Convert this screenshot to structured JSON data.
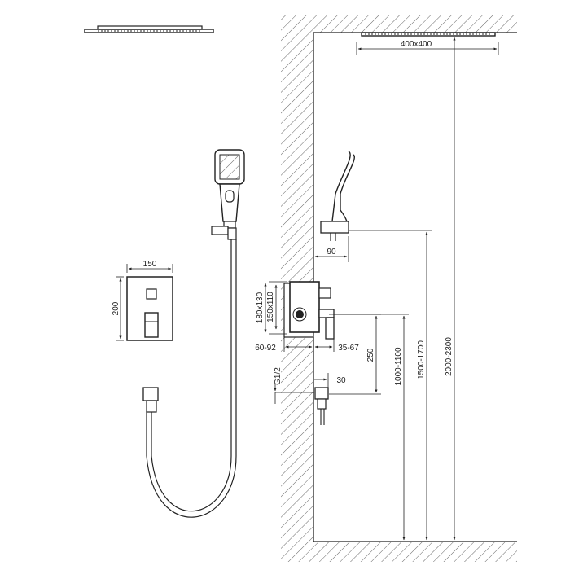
{
  "dimensions": {
    "rain_head_size": "400x400",
    "handshower_holder_depth": "90",
    "mixer_plate_width": "150",
    "mixer_plate_height": "200",
    "valve_body_height": "180x130",
    "valve_body_inner": "150x110",
    "wall_depth": "60-92",
    "outlet_projection": "35-67",
    "valve_to_inlet": "250",
    "inlet_thread": "G1/2",
    "inlet_projection": "30",
    "inlet_height": "1000-1100",
    "holder_height": "1500-1700",
    "rain_head_height": "2000-2300"
  },
  "colors": {
    "line": "#222222",
    "hatch": "#555555"
  }
}
